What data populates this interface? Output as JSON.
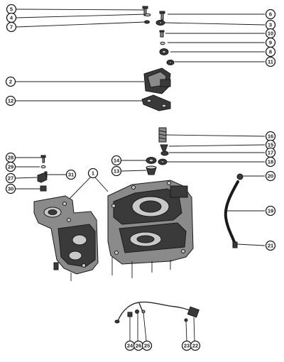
{
  "diagram": {
    "callouts": [
      {
        "id": "c5",
        "label": "5"
      },
      {
        "id": "c4",
        "label": "4"
      },
      {
        "id": "c7",
        "label": "7"
      },
      {
        "id": "c6",
        "label": "6"
      },
      {
        "id": "c3",
        "label": "3"
      },
      {
        "id": "c10",
        "label": "10"
      },
      {
        "id": "c9",
        "label": "9"
      },
      {
        "id": "c8",
        "label": "8"
      },
      {
        "id": "c11",
        "label": "11"
      },
      {
        "id": "c2",
        "label": "2"
      },
      {
        "id": "c12",
        "label": "12"
      },
      {
        "id": "c16",
        "label": "16"
      },
      {
        "id": "c15",
        "label": "15"
      },
      {
        "id": "c17",
        "label": "17"
      },
      {
        "id": "c14",
        "label": "14"
      },
      {
        "id": "c18",
        "label": "18"
      },
      {
        "id": "c13",
        "label": "13"
      },
      {
        "id": "c20a",
        "label": "20"
      },
      {
        "id": "c28",
        "label": "28"
      },
      {
        "id": "c29",
        "label": "29"
      },
      {
        "id": "c31",
        "label": "31"
      },
      {
        "id": "c1",
        "label": "1"
      },
      {
        "id": "c27",
        "label": "27"
      },
      {
        "id": "c30",
        "label": "30"
      },
      {
        "id": "c19",
        "label": "19"
      },
      {
        "id": "c21",
        "label": "21"
      },
      {
        "id": "c24",
        "label": "24"
      },
      {
        "id": "c26",
        "label": "26"
      },
      {
        "id": "c25",
        "label": "25"
      },
      {
        "id": "c23",
        "label": "23"
      },
      {
        "id": "c22",
        "label": "22"
      }
    ]
  }
}
